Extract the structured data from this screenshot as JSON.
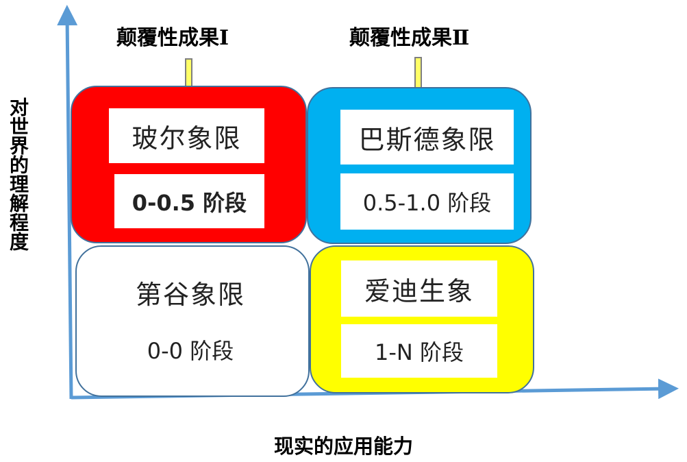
{
  "headings": {
    "left": "颠覆性成果Ⅰ",
    "right": "颠覆性成果Ⅱ"
  },
  "axes": {
    "y_title": "对世界的理解程度",
    "x_title": "现实的应用能力",
    "color": "#5b9bd5"
  },
  "quadrants": {
    "bohr": {
      "name": "玻尔象限",
      "stage": "0-0.5 阶段",
      "color": "#ff0000"
    },
    "pasteur": {
      "name": "巴斯德象限",
      "stage": "0.5-1.0 阶段",
      "color": "#00b0f0"
    },
    "edison": {
      "name": "爱迪生象",
      "stage": "1-N 阶段",
      "color": "#ffff00"
    },
    "diyu": {
      "name": "第谷象限",
      "stage": "0-0 阶段",
      "color": "#ffffff"
    }
  },
  "arrows": {
    "fill": "#ffff66",
    "stroke": "#7f7f7f"
  }
}
